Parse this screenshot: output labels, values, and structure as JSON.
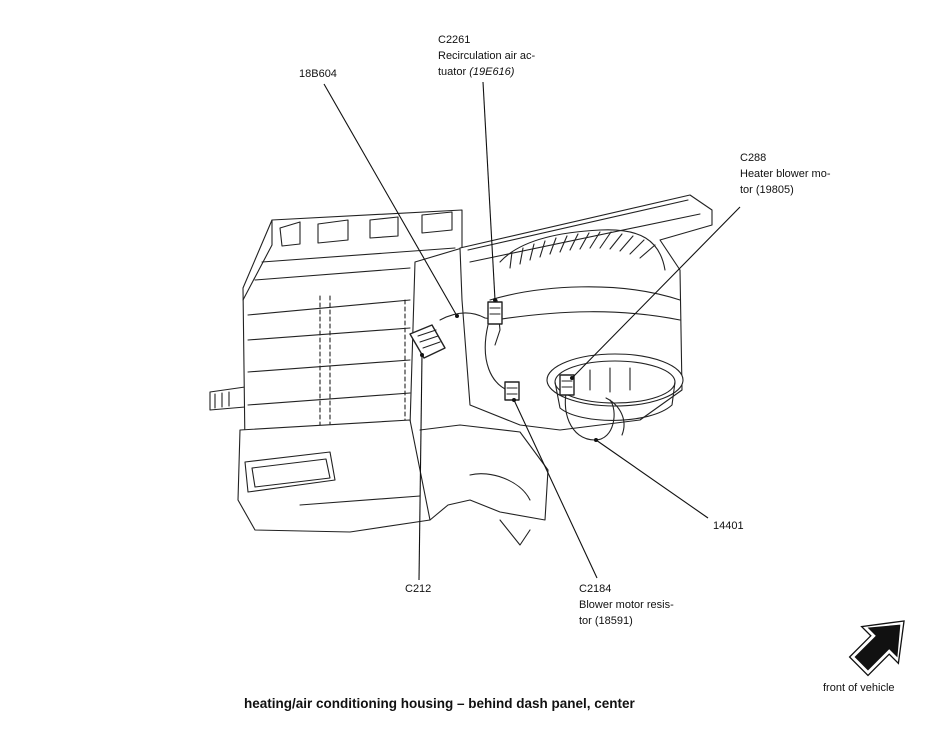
{
  "labels": {
    "c2261": {
      "id": "C2261",
      "line1": "Recirculation air ac-",
      "line2": "tuator",
      "part": "(19E616)"
    },
    "l18b604": {
      "id": "18B604"
    },
    "c288": {
      "id": "C288",
      "line1": "Heater blower mo-",
      "line2": "tor (19805)"
    },
    "l14401": {
      "id": "14401"
    },
    "c212": {
      "id": "C212"
    },
    "c2184": {
      "id": "C2184",
      "line1": "Blower motor resis-",
      "line2": "tor (18591)"
    }
  },
  "caption": "heating/air conditioning housing – behind dash panel, center",
  "orientation_note": "front of vehicle",
  "icons": {
    "arrow": "front-of-vehicle-arrow-icon"
  },
  "colors": {
    "ink": "#111111",
    "background": "#ffffff"
  }
}
